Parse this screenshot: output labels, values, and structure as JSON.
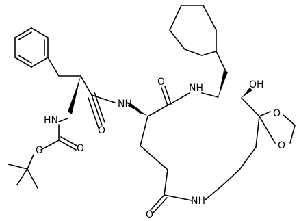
{
  "atom_labels": {
    "nh_boc": "HN",
    "nh_amide_left": "NH",
    "nh_ring_top": "NH",
    "nh_ring_bottom": "NH",
    "oh": "OH",
    "o_carbamate_double": "O",
    "o_carbamate_ester": "O",
    "o_amide_left": "O",
    "o_ring_top": "O",
    "o_ring_bottom": "O",
    "o_dioxolane_top": "O",
    "o_dioxolane_bottom": "O"
  },
  "colors": {
    "ink": "#000000",
    "background": "#ffffff"
  }
}
